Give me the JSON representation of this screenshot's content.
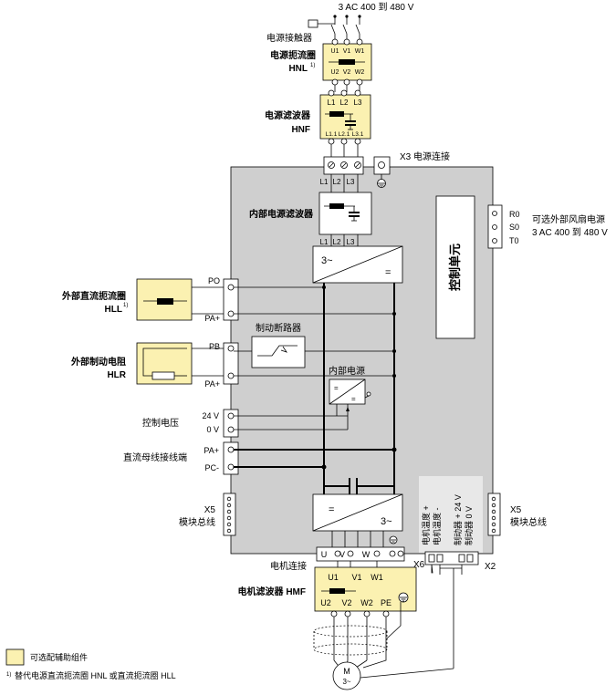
{
  "supply": {
    "label": "3 AC 400 到 480 V"
  },
  "contactor": {
    "label": "电源接触器"
  },
  "line_reactor": {
    "title": "电源扼流圈",
    "code": "HNL",
    "footnote_mark": "1)",
    "top_terms": [
      "U1",
      "V1",
      "W1"
    ],
    "bottom_terms": [
      "U2",
      "V2",
      "W2"
    ]
  },
  "line_filter": {
    "title": "电源滤波器",
    "code": "HNF",
    "top_terms": [
      "L1",
      "L2",
      "L3"
    ],
    "bottom_terms": [
      "L1.1",
      "L2.1",
      "L3.1"
    ]
  },
  "x3": {
    "label": "X3 电源连接"
  },
  "mains_terms": [
    "L1",
    "L2",
    "L3"
  ],
  "internal_filter": {
    "label": "内部电源滤波器",
    "out_terms": [
      "L1",
      "L2",
      "L3"
    ]
  },
  "rectifier": {
    "ac": "3~",
    "dc": "="
  },
  "control_unit": {
    "label": "控制单元"
  },
  "fan_supply": {
    "terms": [
      "R0",
      "S0",
      "T0"
    ],
    "line1": "可选外部风扇电源",
    "line2": "3 AC 400 到 480 V"
  },
  "ext_dc_reactor": {
    "title": "外部直流扼流圈",
    "code": "HLL",
    "footnote_mark": "1)"
  },
  "po_terms": [
    "PO",
    "PA+"
  ],
  "brake_chopper": {
    "label": "制动断路器"
  },
  "ext_brake_res": {
    "title": "外部制动电阻",
    "code": "HLR"
  },
  "pb_terms": [
    "PB",
    "PA+"
  ],
  "internal_supply": {
    "label": "内部电源"
  },
  "control_voltage": {
    "label": "控制电压",
    "terms": [
      "24 V",
      "0 V"
    ]
  },
  "dc_bus": {
    "label": "直流母线接线端",
    "terms": [
      "PA+",
      "PC-"
    ]
  },
  "x5_left": {
    "id": "X5",
    "label": "模块总线"
  },
  "x5_right": {
    "id": "X5",
    "label": "模块总线"
  },
  "inverter": {
    "dc": "=",
    "ac": "3~"
  },
  "temp_labels": [
    "电机温度 +",
    "电机温度 -"
  ],
  "brake_labels": [
    "制动器 + 24 V",
    "制动器 0 V"
  ],
  "motor_terms": [
    "U",
    "V",
    "W"
  ],
  "motor_conn": {
    "label": "电机连接"
  },
  "x6": {
    "label": "X6"
  },
  "x2": {
    "label": "X2"
  },
  "motor_filter": {
    "title": "电机滤波器 HMF",
    "top_terms": [
      "U1",
      "V1",
      "W1"
    ],
    "bottom_terms": [
      "U2",
      "V2",
      "W2",
      "PE"
    ]
  },
  "motor": {
    "letter": "M",
    "phase": "3~"
  },
  "legend": {
    "text": "可选配辅助组件"
  },
  "footnote": {
    "mark": "1)",
    "text": "替代电源直流扼流圈 HNL 或直流扼流圈 HLL"
  },
  "colors": {
    "optional": "#fbf1b1",
    "module": "#cfcfcf",
    "tinted_panel": "#e8e8e8"
  }
}
